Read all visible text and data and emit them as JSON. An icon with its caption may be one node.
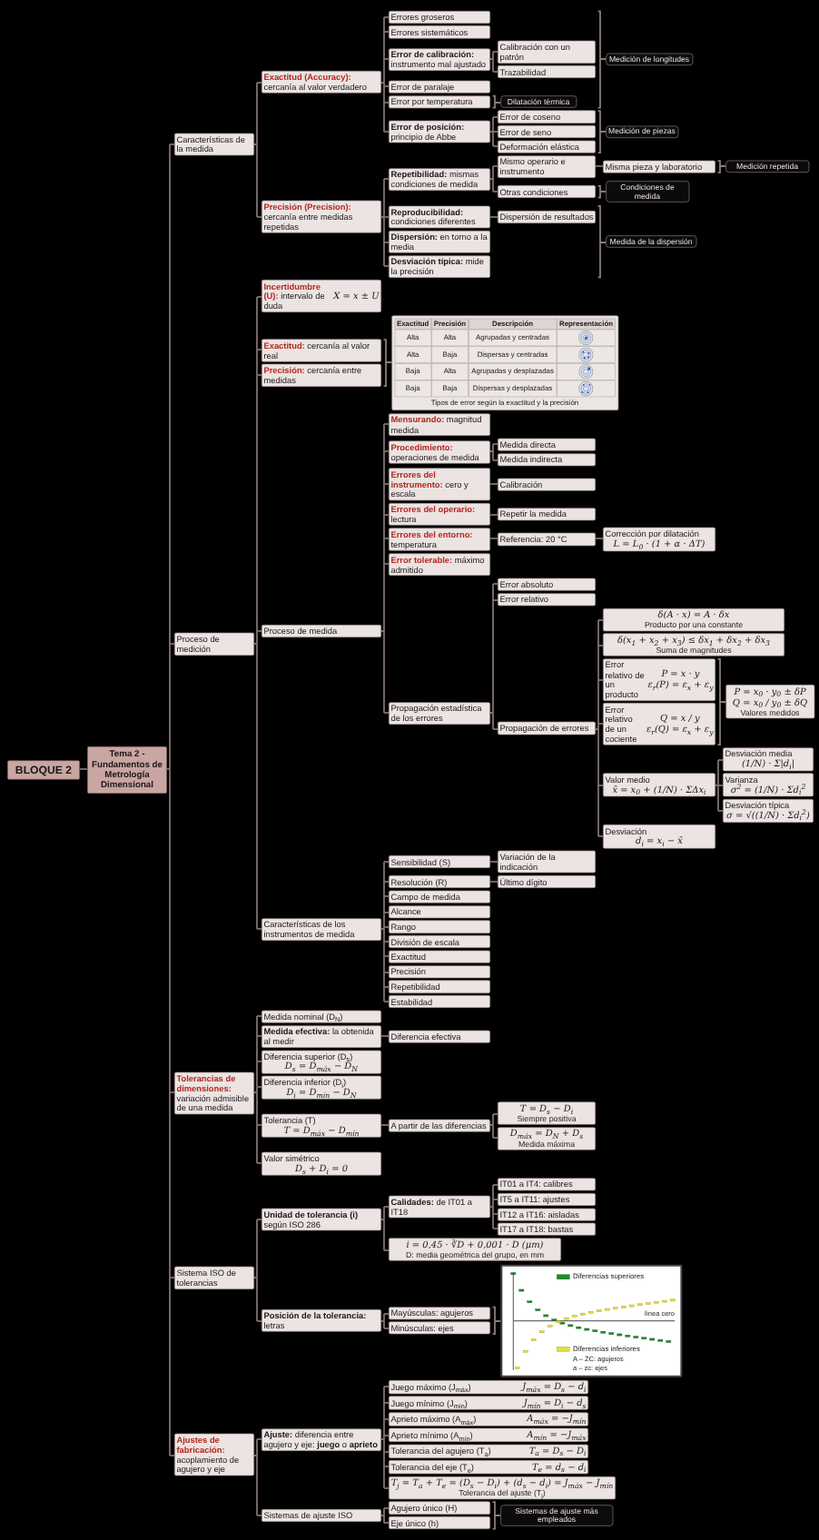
{
  "diagram": {
    "nodes": [
      {
        "text": [
          "BLOQUE 2"
        ]
      },
      {
        "text": [
          "Tema 2 - Fundamentos de Metrología Dimensional"
        ]
      },
      {
        "text": [
          "Características de la medida"
        ]
      },
      {
        "text": [
          "**Exactitud (Accuracy):** cercanía al valor verdadero"
        ]
      },
      {
        "text": [
          "Errores groseros"
        ]
      },
      {
        "text": [
          "Errores sistemáticos"
        ]
      },
      {
        "text": [
          "**Error de calibración:** instrumento mal ajustado"
        ]
      },
      {
        "text": [
          "Calibración con un patrón"
        ]
      },
      {
        "text": [
          "Trazabilidad"
        ]
      },
      {
        "text": [
          "Error de paralaje"
        ]
      },
      {
        "text": [
          "Error por temperatura"
        ]
      },
      {
        "text": [
          "Dilatación térmica"
        ]
      },
      {
        "text": [
          "Medición de longitudes"
        ]
      },
      {
        "text": [
          "**Error de posición:** principio de Abbe"
        ]
      },
      {
        "text": [
          "Error de coseno"
        ]
      },
      {
        "text": [
          "Error de seno"
        ]
      },
      {
        "text": [
          "Deformación elástica"
        ]
      },
      {
        "text": [
          "Medición de piezas"
        ]
      },
      {
        "text": [
          "**Precisión (Precision):** cercanía entre medidas repetidas"
        ]
      },
      {
        "text": [
          "**Repetibilidad:** mismas condiciones de medida"
        ]
      },
      {
        "text": [
          "Mismo operario e instrumento"
        ]
      },
      {
        "text": [
          "Misma pieza y laboratorio"
        ]
      },
      {
        "text": [
          "Medición repetida"
        ]
      },
      {
        "text": [
          "Otras condiciones"
        ]
      },
      {
        "text": [
          "**Reproducibilidad:** condiciones diferentes"
        ]
      },
      {
        "text": [
          "Dispersión de resultados"
        ]
      },
      {
        "text": [
          "**Dispersión:** en torno a la media"
        ]
      },
      {
        "text": [
          "**Desviación típica:** mide la precisión"
        ]
      },
      {
        "text": [
          "Condiciones de medida"
        ]
      },
      {
        "text": [
          "Medida de la dispersión"
        ]
      },
      {
        "text": [
          "Proceso de medición"
        ]
      },
      {
        "text": [
          "**Incertidumbre (U):** intervalo de duda",
          "X = x ± U"
        ]
      },
      {
        "text": [
          "**Exactitud:** cercanía al valor real"
        ]
      },
      {
        "text": [
          "**Precisión:** cercanía entre medidas"
        ]
      },
      {
        "text": [
          "Tipos de error según la exactitud y la precisión"
        ]
      },
      {
        "text": [
          "Proceso de medida"
        ]
      },
      {
        "text": [
          "**Mensurando:** magnitud medida"
        ]
      },
      {
        "text": [
          "**Procedimiento:** operaciones de medida"
        ]
      },
      {
        "text": [
          "Medida directa"
        ]
      },
      {
        "text": [
          "Medida indirecta"
        ]
      },
      {
        "text": [
          "**Errores del instrumento:** cero y escala"
        ]
      },
      {
        "text": [
          "Calibración"
        ]
      },
      {
        "text": [
          "**Errores del operario:** lectura"
        ]
      },
      {
        "text": [
          "Repetir la medida"
        ]
      },
      {
        "text": [
          "**Errores del entorno:** temperatura"
        ]
      },
      {
        "text": [
          "Referencia: 20 °C"
        ]
      },
      {
        "text": [
          "Corrección por dilatación",
          "L = L$_{0}$ · (1 + α · ΔT)"
        ]
      },
      {
        "text": [
          "**Error tolerable:** máximo admitido"
        ]
      },
      {
        "text": [
          "Propagación estadística de los errores"
        ]
      },
      {
        "text": [
          "Error absoluto"
        ]
      },
      {
        "text": [
          "Error relativo"
        ]
      },
      {
        "text": [
          "Propagación de errores"
        ]
      },
      {
        "text": [
          "δ(A · x) = A · δx",
          "Producto por una constante"
        ]
      },
      {
        "text": [
          "δ(x$_{1}$ + x$_{2}$ + x$_{3}$) ≤ δx$_{1}$ + δx$_{2}$ + δx$_{3}$",
          "Suma de magnitudes"
        ]
      },
      {
        "text": [
          "Error relativo de un producto",
          "P = x · y",
          "ε$_{r}$(P) = ε$_{x}$ + ε$_{y}$"
        ]
      },
      {
        "text": [
          "Error relativo de un cociente",
          "Q = x / y",
          "ε$_{r}$(Q) = ε$_{x}$ + ε$_{y}$"
        ]
      },
      {
        "text": [
          "P = x$_{0}$ · y$_{0}$ ± δP",
          "Q = x$_{0}$ / y$_{0}$ ± δQ",
          "Valores medidos"
        ]
      },
      {
        "text": [
          "Valor medio",
          "x̄ = x$_{0}$ + (1/N) · ΣΔx$_{i}$"
        ]
      },
      {
        "text": [
          "Desviación media",
          "(1/N) · Σ|d$_{i}$|"
        ]
      },
      {
        "text": [
          "Varianza",
          "σ$^{2}$ = (1/N) · Σd$_{i}$$^{2}$"
        ]
      },
      {
        "text": [
          "Desviación típica",
          "σ = √((1/N) · Σd$_{i}$$^{2}$)"
        ]
      },
      {
        "text": [
          "Desviación",
          "d$_{i}$ = x$_{i}$ − x̄"
        ]
      },
      {
        "text": [
          "Características de los instrumentos de medida"
        ]
      },
      {
        "text": [
          "Sensibilidad (S)"
        ]
      },
      {
        "text": [
          "Variación de la indicación"
        ]
      },
      {
        "text": [
          "Resolución (R)"
        ]
      },
      {
        "text": [
          "Último dígito"
        ]
      },
      {
        "text": [
          "Campo de medida"
        ]
      },
      {
        "text": [
          "Alcance"
        ]
      },
      {
        "text": [
          "Rango"
        ]
      },
      {
        "text": [
          "División de escala"
        ]
      },
      {
        "text": [
          "Exactitud"
        ]
      },
      {
        "text": [
          "Precisión"
        ]
      },
      {
        "text": [
          "Repetibilidad"
        ]
      },
      {
        "text": [
          "Estabilidad"
        ]
      },
      {
        "text": [
          "**Tolerancias de dimensiones:** variación admisible de una medida"
        ]
      },
      {
        "text": [
          "Medida nominal (D$_{N}$)"
        ]
      },
      {
        "text": [
          "**Medida efectiva:** la obtenida al medir"
        ]
      },
      {
        "text": [
          "Diferencia efectiva"
        ]
      },
      {
        "text": [
          "Diferencia superior (D$_{s}$)",
          "D$_{s}$ = D$_{máx}$ − D$_{N}$"
        ]
      },
      {
        "text": [
          "Diferencia inferior (D$_{i}$)",
          "D$_{i}$ = D$_{mín}$ − D$_{N}$"
        ]
      },
      {
        "text": [
          "Tolerancia (T)",
          "T = D$_{máx}$ − D$_{mín}$"
        ]
      },
      {
        "text": [
          "A partir de las diferencias"
        ]
      },
      {
        "text": [
          "T = D$_{s}$ − D$_{i}$",
          "Siempre positiva"
        ]
      },
      {
        "text": [
          "D$_{máx}$ = D$_{N}$ + D$_{s}$",
          "Medida máxima"
        ]
      },
      {
        "text": [
          "Valor simétrico",
          "D$_{s}$ + D$_{i}$ = 0"
        ]
      },
      {
        "text": [
          "Sistema ISO de tolerancias"
        ]
      },
      {
        "text": [
          "**Unidad de tolerancia (i)** según ISO 286"
        ]
      },
      {
        "text": [
          "**Calidades:** de IT01 a IT18"
        ]
      },
      {
        "text": [
          "IT01 a IT4: calibres"
        ]
      },
      {
        "text": [
          "IT5 a IT11: ajustes"
        ]
      },
      {
        "text": [
          "IT12 a IT16: aisladas"
        ]
      },
      {
        "text": [
          "IT17 a IT18: bastas"
        ]
      },
      {
        "text": [
          "i = 0,45 · ∛D + 0,001 · D (μm)",
          "D: media geométrica del grupo, en mm"
        ]
      },
      {
        "text": [
          "**Posición de la tolerancia:** letras"
        ]
      },
      {
        "text": [
          "Mayúsculas: agujeros"
        ]
      },
      {
        "text": [
          "Minúsculas: ejes"
        ]
      },
      {
        "text": [
          "línea cero",
          "A – ZC: agujeros",
          "a – zc: ejes"
        ]
      },
      {
        "text": [
          "**Ajustes de fabricación:** acoplamiento de agujero y eje"
        ]
      },
      {
        "text": [
          "**Ajuste:** diferencia entre agujero y eje: **juego** o **aprieto**"
        ]
      },
      {
        "text": [
          "Juego máximo (J$_{máx}$)",
          "J$_{máx}$ = D$_{s}$ − d$_{i}$"
        ]
      },
      {
        "text": [
          "Juego mínimo (J$_{mín}$)",
          "J$_{mín}$ = D$_{i}$ − d$_{s}$"
        ]
      },
      {
        "text": [
          "Aprieto máximo (A$_{máx}$)",
          "A$_{máx}$ = −J$_{mín}$"
        ]
      },
      {
        "text": [
          "Aprieto mínimo (A$_{mín}$)",
          "A$_{mín}$ = −J$_{máx}$"
        ]
      },
      {
        "text": [
          "Tolerancia del agujero (T$_{a}$)",
          "T$_{a}$ = D$_{s}$ − D$_{i}$"
        ]
      },
      {
        "text": [
          "Tolerancia del eje (T$_{e}$)",
          "T$_{e}$ = d$_{s}$ − d$_{i}$"
        ]
      },
      {
        "text": [
          "T$_{j}$ = T$_{a}$ + T$_{e}$ = (D$_{s}$ − D$_{i}$) + (d$_{s}$ − d$_{i}$) = J$_{máx}$ − J$_{mín}$",
          "Tolerancia del ajuste (T$_{j}$)"
        ]
      },
      {
        "text": [
          "Sistemas de ajuste ISO"
        ]
      },
      {
        "text": [
          "Agujero único (H)"
        ]
      },
      {
        "text": [
          "Eje único (h)"
        ]
      },
      {
        "text": [
          "Sistemas de ajuste más empleados"
        ]
      }
    ],
    "edges": [
      {
        "from": 0,
        "to": 1,
        "arrow": "none"
      },
      {
        "from": 1,
        "to": 2,
        "arrow": "none"
      },
      {
        "from": 2,
        "to": 3,
        "arrow": "none"
      },
      {
        "from": 3,
        "to": 4,
        "arrow": "none"
      },
      {
        "from": 3,
        "to": 5,
        "arrow": "none"
      },
      {
        "from": 3,
        "to": 6,
        "arrow": "none"
      },
      {
        "from": 6,
        "to": 7,
        "arrow": "none"
      },
      {
        "from": 6,
        "to": 8,
        "arrow": "none"
      },
      {
        "from": 3,
        "to": 9,
        "arrow": "none"
      },
      {
        "from": 3,
        "to": 10,
        "arrow": "none"
      },
      {
        "from": 3,
        "to": 13,
        "arrow": "none"
      },
      {
        "from": 13,
        "to": 14,
        "arrow": "none"
      },
      {
        "from": 13,
        "to": 15,
        "arrow": "none"
      },
      {
        "from": 13,
        "to": 16,
        "arrow": "none"
      },
      {
        "from": 2,
        "to": 18,
        "arrow": "none"
      },
      {
        "from": 18,
        "to": 19,
        "arrow": "none"
      },
      {
        "from": 19,
        "to": 20,
        "arrow": "none"
      },
      {
        "from": 20,
        "to": 21,
        "arrow": "none"
      },
      {
        "from": 19,
        "to": 23,
        "arrow": "none"
      },
      {
        "from": 18,
        "to": 24,
        "arrow": "none"
      },
      {
        "from": 24,
        "to": 25,
        "arrow": "none"
      },
      {
        "from": 18,
        "to": 26,
        "arrow": "none"
      },
      {
        "from": 18,
        "to": 27,
        "arrow": "none"
      },
      {
        "from": 1,
        "to": 30,
        "arrow": "none"
      },
      {
        "from": 30,
        "to": 31,
        "arrow": "none"
      },
      {
        "from": 30,
        "to": 32,
        "arrow": "none"
      },
      {
        "from": 30,
        "to": 33,
        "arrow": "none"
      },
      {
        "from": 30,
        "to": 35,
        "arrow": "none"
      },
      {
        "from": 35,
        "to": 36,
        "arrow": "none"
      },
      {
        "from": 35,
        "to": 37,
        "arrow": "none"
      },
      {
        "from": 37,
        "to": 38,
        "arrow": "none"
      },
      {
        "from": 37,
        "to": 39,
        "arrow": "none"
      },
      {
        "from": 35,
        "to": 40,
        "arrow": "none"
      },
      {
        "from": 40,
        "to": 41,
        "arrow": "none"
      },
      {
        "from": 35,
        "to": 42,
        "arrow": "none"
      },
      {
        "from": 42,
        "to": 43,
        "arrow": "none"
      },
      {
        "from": 35,
        "to": 44,
        "arrow": "none"
      },
      {
        "from": 44,
        "to": 45,
        "arrow": "none"
      },
      {
        "from": 45,
        "to": 46,
        "arrow": "none"
      },
      {
        "from": 35,
        "to": 47,
        "arrow": "none"
      },
      {
        "from": 35,
        "to": 48,
        "arrow": "none"
      },
      {
        "from": 48,
        "to": 49,
        "arrow": "none"
      },
      {
        "from": 48,
        "to": 50,
        "arrow": "none"
      },
      {
        "from": 48,
        "to": 51,
        "arrow": "none"
      },
      {
        "from": 51,
        "to": 52,
        "arrow": "none"
      },
      {
        "from": 51,
        "to": 53,
        "arrow": "none"
      },
      {
        "from": 51,
        "to": 54,
        "arrow": "none"
      },
      {
        "from": 51,
        "to": 55,
        "arrow": "none"
      },
      {
        "from": 51,
        "to": 57,
        "arrow": "none"
      },
      {
        "from": 57,
        "to": 58,
        "arrow": "none"
      },
      {
        "from": 57,
        "to": 59,
        "arrow": "none"
      },
      {
        "from": 57,
        "to": 60,
        "arrow": "none"
      },
      {
        "from": 51,
        "to": 61,
        "arrow": "none"
      },
      {
        "from": 30,
        "to": 62,
        "arrow": "none"
      },
      {
        "from": 62,
        "to": 63,
        "arrow": "none"
      },
      {
        "from": 63,
        "to": 64,
        "arrow": "none"
      },
      {
        "from": 62,
        "to": 65,
        "arrow": "none"
      },
      {
        "from": 65,
        "to": 66,
        "arrow": "none"
      },
      {
        "from": 62,
        "to": 67,
        "arrow": "none"
      },
      {
        "from": 62,
        "to": 68,
        "arrow": "none"
      },
      {
        "from": 62,
        "to": 69,
        "arrow": "none"
      },
      {
        "from": 62,
        "to": 70,
        "arrow": "none"
      },
      {
        "from": 62,
        "to": 71,
        "arrow": "none"
      },
      {
        "from": 62,
        "to": 72,
        "arrow": "none"
      },
      {
        "from": 62,
        "to": 73,
        "arrow": "none"
      },
      {
        "from": 62,
        "to": 74,
        "arrow": "none"
      },
      {
        "from": 1,
        "to": 75,
        "arrow": "none"
      },
      {
        "from": 75,
        "to": 76,
        "arrow": "none"
      },
      {
        "from": 75,
        "to": 77,
        "arrow": "none"
      },
      {
        "from": 77,
        "to": 78,
        "arrow": "none"
      },
      {
        "from": 75,
        "to": 79,
        "arrow": "none"
      },
      {
        "from": 75,
        "to": 80,
        "arrow": "none"
      },
      {
        "from": 75,
        "to": 81,
        "arrow": "none"
      },
      {
        "from": 81,
        "to": 82,
        "arrow": "none"
      },
      {
        "from": 82,
        "to": 83,
        "arrow": "none"
      },
      {
        "from": 82,
        "to": 84,
        "arrow": "none"
      },
      {
        "from": 75,
        "to": 85,
        "arrow": "none"
      },
      {
        "from": 1,
        "to": 86,
        "arrow": "none"
      },
      {
        "from": 86,
        "to": 87,
        "arrow": "none"
      },
      {
        "from": 87,
        "to": 88,
        "arrow": "none"
      },
      {
        "from": 88,
        "to": 89,
        "arrow": "none"
      },
      {
        "from": 88,
        "to": 90,
        "arrow": "none"
      },
      {
        "from": 88,
        "to": 91,
        "arrow": "none"
      },
      {
        "from": 88,
        "to": 92,
        "arrow": "none"
      },
      {
        "from": 87,
        "to": 93,
        "arrow": "none"
      },
      {
        "from": 86,
        "to": 94,
        "arrow": "none"
      },
      {
        "from": 94,
        "to": 95,
        "arrow": "none"
      },
      {
        "from": 94,
        "to": 96,
        "arrow": "none"
      },
      {
        "from": 1,
        "to": 98,
        "arrow": "none"
      },
      {
        "from": 98,
        "to": 99,
        "arrow": "none"
      },
      {
        "from": 99,
        "to": 100,
        "arrow": "none"
      },
      {
        "from": 99,
        "to": 101,
        "arrow": "none"
      },
      {
        "from": 99,
        "to": 102,
        "arrow": "none"
      },
      {
        "from": 99,
        "to": 103,
        "arrow": "none"
      },
      {
        "from": 99,
        "to": 104,
        "arrow": "none"
      },
      {
        "from": 99,
        "to": 105,
        "arrow": "none"
      },
      {
        "from": 99,
        "to": 106,
        "arrow": "none"
      },
      {
        "from": 98,
        "to": 107,
        "arrow": "none"
      },
      {
        "from": 107,
        "to": 108,
        "arrow": "none"
      },
      {
        "from": 107,
        "to": 109,
        "arrow": "none"
      }
    ],
    "labels": [
      "Exactitud",
      "Precisión",
      "Descripción",
      "Representación",
      "Alta",
      "Alta",
      "Agrupadas y centradas",
      "Alta",
      "Baja",
      "Dispersas y centradas",
      "Baja",
      "Alta",
      "Agrupadas y desplazadas",
      "Baja",
      "Baja",
      "Dispersas y desplazadas"
    ],
    "legend": [
      {
        "text": "Diferencias superiores",
        "color": "#1f8a2e"
      },
      {
        "text": "Diferencias inferiores",
        "color": "#e3de3a"
      }
    ]
  }
}
